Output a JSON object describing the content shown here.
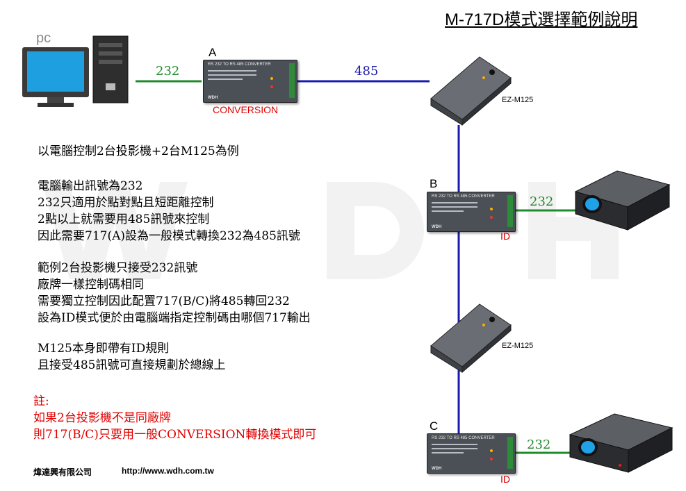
{
  "title": "M-717D模式選擇範例說明",
  "pc_label": "pc",
  "link_pc_a": "232",
  "link_a_m125": "485",
  "device_a": {
    "letter": "A",
    "caption": "CONVERSION"
  },
  "device_b": {
    "letter": "B",
    "caption": "ID"
  },
  "device_c": {
    "letter": "C",
    "caption": "ID"
  },
  "m125_top_label": "EZ-M125",
  "m125_mid_label": "EZ-M125",
  "link_b_proj": "232",
  "link_c_proj": "232",
  "converter_text": "RS 232 TO RS 485 CONVERTER",
  "converter_brand": "WDH",
  "text_block1": [
    "以電腦控制2台投影機+2台M125為例"
  ],
  "text_block2": [
    "電腦輸出訊號為232",
    "232只適用於點對點且短距離控制",
    "2點以上就需要用485訊號來控制",
    "因此需要717(A)設為一般模式轉換232為485訊號"
  ],
  "text_block3": [
    "範例2台投影機只接受232訊號",
    "廠牌一樣控制碼相同",
    "需要獨立控制因此配置717(B/C)將485轉回232",
    "設為ID模式便於由電腦端指定控制碼由哪個717輸出"
  ],
  "text_block4": [
    "M125本身即帶有ID規則",
    "且接受485訊號可直接規劃於總線上"
  ],
  "note_block": [
    "註:",
    "如果2台投影機不是同廠牌",
    "則717(B/C)只要用一般CONVERSION轉換模式即可"
  ],
  "footer_company": "煒達興有限公司",
  "footer_url": "http://www.wdh.com.tw",
  "colors": {
    "line_232": "#1f8a2a",
    "line_485": "#1a1ab0",
    "accent_red": "#e00000",
    "watermark": "#f2f2f2"
  }
}
